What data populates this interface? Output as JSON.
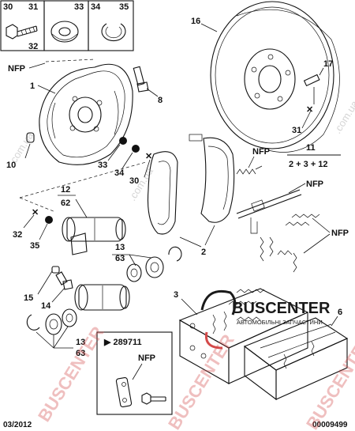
{
  "labels": {
    "l30": "30",
    "l31": "31",
    "l32_top": "32",
    "l33": "33",
    "l34": "34",
    "l35": "35",
    "l16": "16",
    "l17": "17",
    "l31b": "31",
    "nfp_top": "NFP",
    "l1": "1",
    "l8": "8",
    "l10": "10",
    "l33b": "33",
    "l34b": "34",
    "l30b": "30",
    "nfp_mid": "NFP",
    "frac_num": "11",
    "frac_den": "2 + 3 + 12",
    "l12": "12",
    "l62": "62",
    "nfp_right1": "NFP",
    "nfp_right2": "NFP",
    "l32b": "32",
    "l35b": "35",
    "l2": "2",
    "l13": "13",
    "l63": "63",
    "l15": "15",
    "l14": "14",
    "l3": "3",
    "l6": "6",
    "l13b": "13",
    "l63b": "63",
    "ref": "▶ 289711",
    "nfp_box": "NFP"
  },
  "footer": {
    "date": "03/2012",
    "code": "00009499"
  },
  "watermark": {
    "brand": "BUSCENTER",
    "tagline": "АВТОМОБІЛЬНІ ЗАПЧАСТИНИ",
    "domain": ".com.ua"
  },
  "colors": {
    "ink": "#111111",
    "watermark": "#d44a4a",
    "logo_dark": "#1a1a1a"
  }
}
